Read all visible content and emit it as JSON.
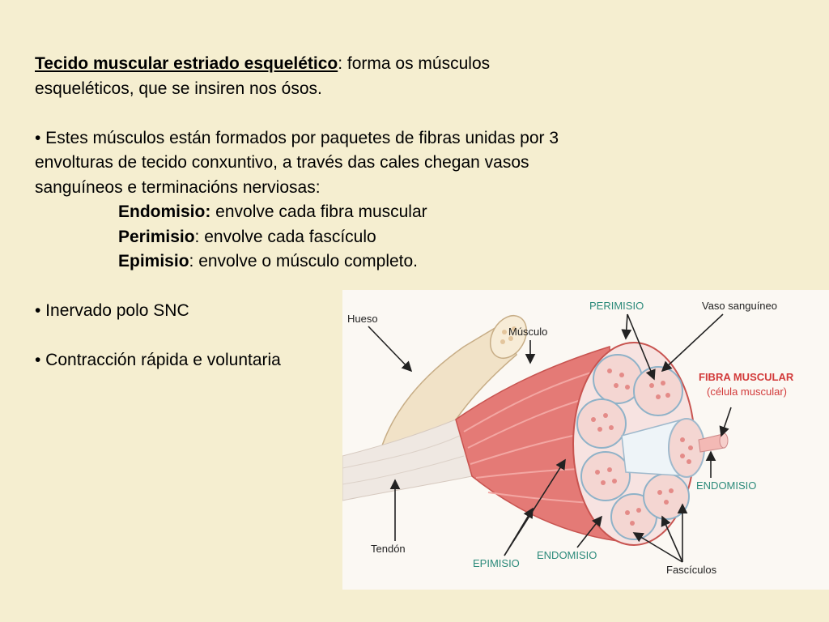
{
  "text": {
    "title": "Tecido muscular estriado esquelético",
    "intro_rest": ": forma os músculos",
    "intro_line2": "esqueléticos, que se insiren nos ósos.",
    "bullet1_line1": "• Estes músculos están formados por paquetes de fibras unidas por 3",
    "bullet1_line2": "envolturas de tecido conxuntivo, a través das cales chegan vasos",
    "bullet1_line3": "sanguíneos e terminacións nerviosas:",
    "endomisio_term": "Endomisio:",
    "endomisio_def": " envolve cada fibra muscular",
    "perimisio_term": "Perimisio",
    "perimisio_def": ": envolve cada fascículo",
    "epimisio_term": "Epimisio",
    "epimisio_def": ": envolve o músculo completo.",
    "bullet2": "• Inervado polo SNC",
    "bullet3": "• Contracción rápida e voluntaria"
  },
  "figure": {
    "labels": {
      "hueso": "Hueso",
      "musculo": "Músculo",
      "perimisio": "PERIMISIO",
      "vaso": "Vaso sanguíneo",
      "fibra": "FIBRA MUSCULAR",
      "celula": "(célula muscular)",
      "endomisio_right": "ENDOMISIO",
      "tendon": "Tendón",
      "epimisio": "EPIMISIO",
      "endomisio_bottom": "ENDOMISIO",
      "fasciculos": "Fascículos"
    },
    "colors": {
      "muscle": "#e47a76",
      "muscle_dark": "#c85450",
      "tendon": "#efe8e2",
      "fascicle": "#f4d6d2",
      "fiber_dots": "#e48b88",
      "label_green": "#2b8a7a",
      "label_red": "#d23a3a"
    }
  }
}
